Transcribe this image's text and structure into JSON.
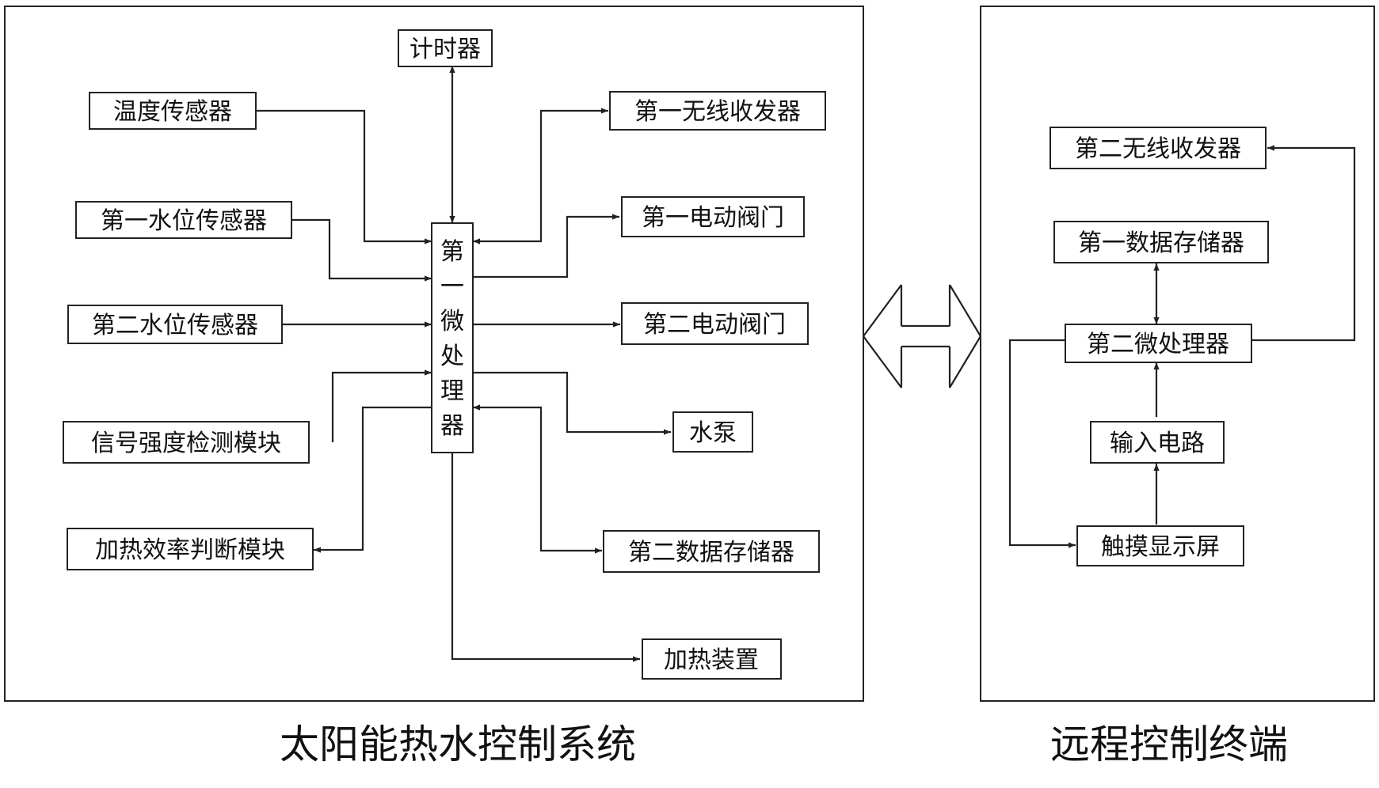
{
  "left_system": {
    "caption": "太阳能热水控制系统",
    "processor": [
      "第",
      "一",
      "微",
      "处",
      "理",
      "器"
    ],
    "timer": "计时器",
    "temperature_sensor": "温度传感器",
    "first_water_level_sensor": "第一水位传感器",
    "second_water_level_sensor": "第二水位传感器",
    "signal_strength_module": "信号强度检测模块",
    "heating_efficiency_module": "加热效率判断模块",
    "first_wireless_transceiver": "第一无线收发器",
    "first_electric_valve": "第一电动阀门",
    "second_electric_valve": "第二电动阀门",
    "water_pump": "水泵",
    "second_data_storage": "第二数据存储器",
    "heating_device": "加热装置"
  },
  "remote_terminal": {
    "caption": "远程控制终端",
    "second_wireless_transceiver": "第二无线收发器",
    "first_data_storage": "第一数据存储器",
    "second_processor": "第二微处理器",
    "input_circuit": "输入电路",
    "touch_screen": "触摸显示屏"
  }
}
